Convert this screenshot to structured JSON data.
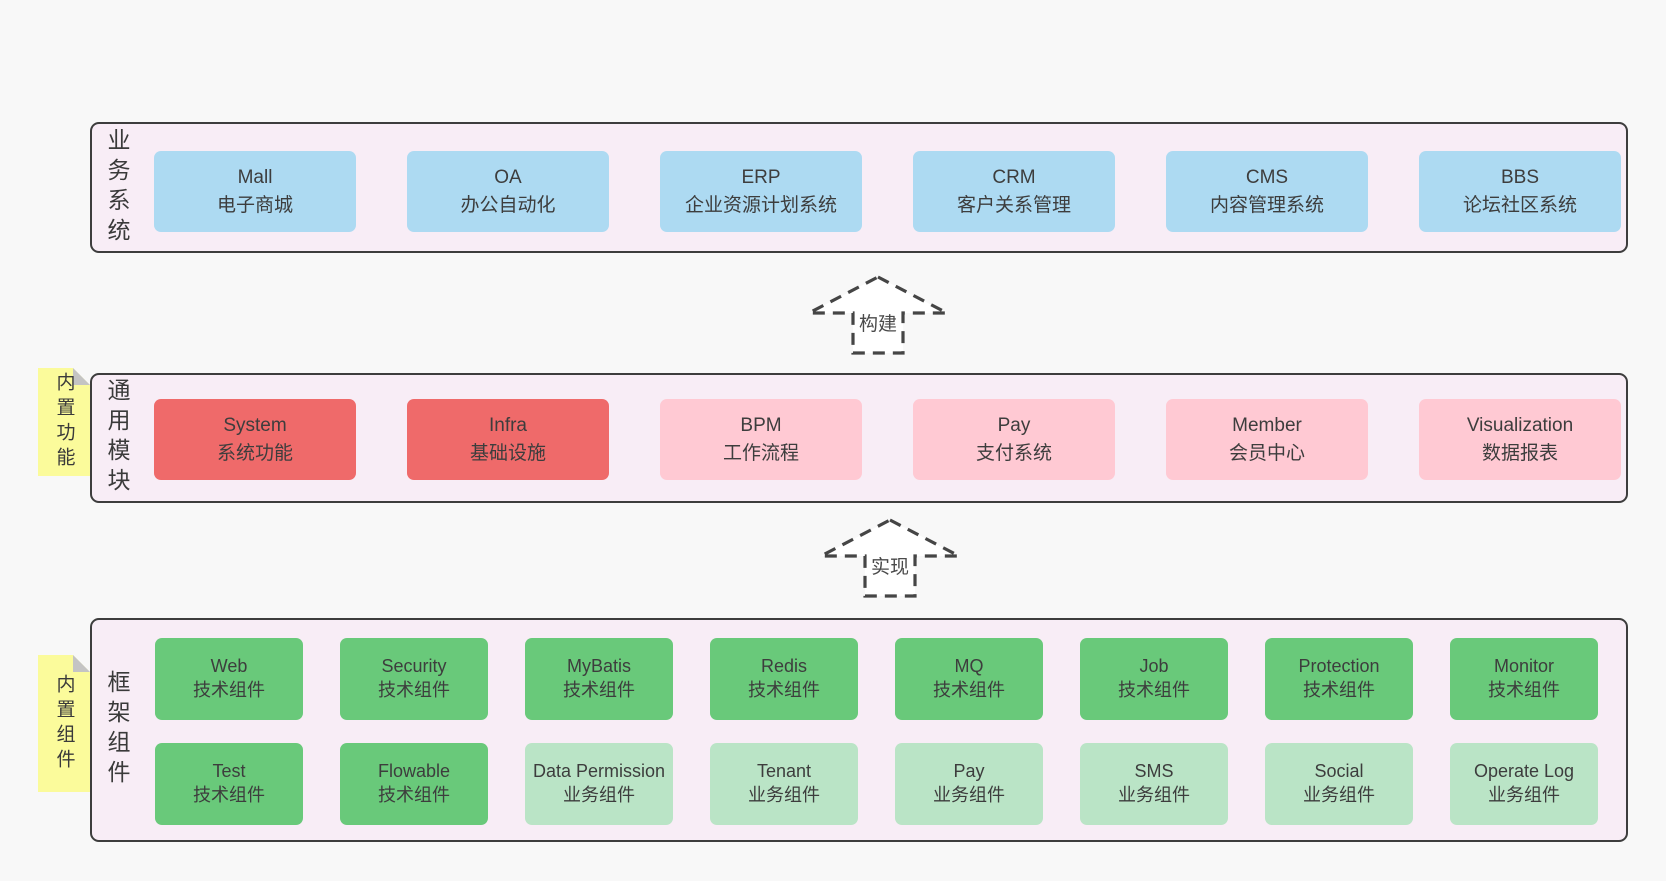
{
  "palette": {
    "page_bg": "#f8f8f8",
    "container_bg": "#f8edf6",
    "container_border": "#3d3d3d",
    "blue": "#addaf2",
    "red": "#ef6a6a",
    "pink": "#ffc9d3",
    "green": "#69c97a",
    "light_green": "#bae4c6",
    "sticky_yellow": "#fbfb9b",
    "text": "#3d3d3d"
  },
  "arrows": [
    {
      "label": "构建"
    },
    {
      "label": "实现"
    }
  ],
  "layers": [
    {
      "side_label": "业务系统",
      "boxes": [
        {
          "title": "Mall",
          "subtitle": "电子商城",
          "bg": "#addaf2"
        },
        {
          "title": "OA",
          "subtitle": "办公自动化",
          "bg": "#addaf2"
        },
        {
          "title": "ERP",
          "subtitle": "企业资源计划系统",
          "bg": "#addaf2"
        },
        {
          "title": "CRM",
          "subtitle": "客户关系管理",
          "bg": "#addaf2"
        },
        {
          "title": "CMS",
          "subtitle": "内容管理系统",
          "bg": "#addaf2"
        },
        {
          "title": "BBS",
          "subtitle": "论坛社区系统",
          "bg": "#addaf2"
        }
      ]
    },
    {
      "sticky_label": "内置功能",
      "side_label": "通用模块",
      "boxes": [
        {
          "title": "System",
          "subtitle": "系统功能",
          "bg": "#ef6a6a"
        },
        {
          "title": "Infra",
          "subtitle": "基础设施",
          "bg": "#ef6a6a"
        },
        {
          "title": "BPM",
          "subtitle": "工作流程",
          "bg": "#ffc9d3"
        },
        {
          "title": "Pay",
          "subtitle": "支付系统",
          "bg": "#ffc9d3"
        },
        {
          "title": "Member",
          "subtitle": "会员中心",
          "bg": "#ffc9d3"
        },
        {
          "title": "Visualization",
          "subtitle": "数据报表",
          "bg": "#ffc9d3"
        }
      ]
    },
    {
      "sticky_label": "内置组件",
      "side_label": "框架组件",
      "rows": [
        [
          {
            "title": "Web",
            "subtitle": "技术组件",
            "bg": "#69c97a"
          },
          {
            "title": "Security",
            "subtitle": "技术组件",
            "bg": "#69c97a"
          },
          {
            "title": "MyBatis",
            "subtitle": "技术组件",
            "bg": "#69c97a"
          },
          {
            "title": "Redis",
            "subtitle": "技术组件",
            "bg": "#69c97a"
          },
          {
            "title": "MQ",
            "subtitle": "技术组件",
            "bg": "#69c97a"
          },
          {
            "title": "Job",
            "subtitle": "技术组件",
            "bg": "#69c97a"
          },
          {
            "title": "Protection",
            "subtitle": "技术组件",
            "bg": "#69c97a"
          },
          {
            "title": "Monitor",
            "subtitle": "技术组件",
            "bg": "#69c97a"
          }
        ],
        [
          {
            "title": "Test",
            "subtitle": "技术组件",
            "bg": "#69c97a"
          },
          {
            "title": "Flowable",
            "subtitle": "技术组件",
            "bg": "#69c97a"
          },
          {
            "title": "Data Permission",
            "subtitle": "业务组件",
            "bg": "#bae4c6"
          },
          {
            "title": "Tenant",
            "subtitle": "业务组件",
            "bg": "#bae4c6"
          },
          {
            "title": "Pay",
            "subtitle": "业务组件",
            "bg": "#bae4c6"
          },
          {
            "title": "SMS",
            "subtitle": "业务组件",
            "bg": "#bae4c6"
          },
          {
            "title": "Social",
            "subtitle": "业务组件",
            "bg": "#bae4c6"
          },
          {
            "title": "Operate Log",
            "subtitle": "业务组件",
            "bg": "#bae4c6"
          }
        ]
      ]
    }
  ]
}
